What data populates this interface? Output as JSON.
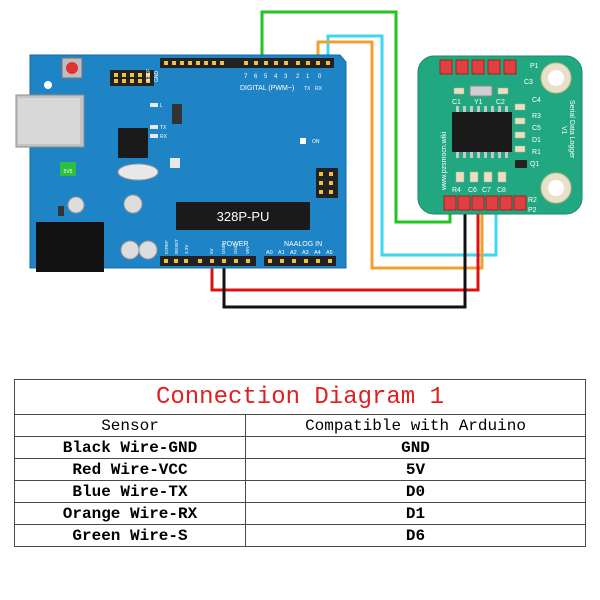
{
  "arduino": {
    "header_digital": "DIGITAL (PWM~)",
    "header_aref": "AREF",
    "header_gnd": "GND",
    "digital_pins": [
      "7",
      "6",
      "5",
      "4",
      "3",
      "2",
      "1",
      "0"
    ],
    "tx_label": "TX",
    "rx_label": "RX",
    "led_l": "L",
    "led_tx": "TX",
    "led_rx": "RX",
    "on_label": "ON",
    "chip_label": "328P-PU",
    "power_label": "POWER",
    "analog_label": "NAALOG IN",
    "power_pins": [
      "IOREF",
      "RESET",
      "3.3V",
      "5V",
      "GND",
      "GND",
      "VIN"
    ],
    "analog_pins": [
      "A0",
      "A1",
      "A2",
      "A3",
      "A4",
      "A5"
    ],
    "regulator_label": "5V5"
  },
  "logger": {
    "name": "Serial Data Logger",
    "version": "V1",
    "website": "www.pzsmocn.wiki",
    "labels": [
      "P1",
      "C1",
      "Y1",
      "C2",
      "C3",
      "C4",
      "R3",
      "C5",
      "D1",
      "R1",
      "Q1",
      "R4",
      "C6",
      "C7",
      "C8",
      "R2",
      "P2"
    ]
  },
  "wire_colors": {
    "green": "#22c422",
    "cyan": "#3fd6f0",
    "orange": "#f0a030",
    "red": "#e01010",
    "black": "#111111"
  },
  "table": {
    "title": "Connection Diagram 1",
    "headers": [
      "Sensor",
      "Compatible with Arduino"
    ],
    "rows": [
      [
        "Black Wire-GND",
        "GND"
      ],
      [
        "Red Wire-VCC",
        "5V"
      ],
      [
        "Blue Wire-TX",
        "D0"
      ],
      [
        "Orange Wire-RX",
        "D1"
      ],
      [
        "Green Wire-S",
        "D6"
      ]
    ]
  }
}
